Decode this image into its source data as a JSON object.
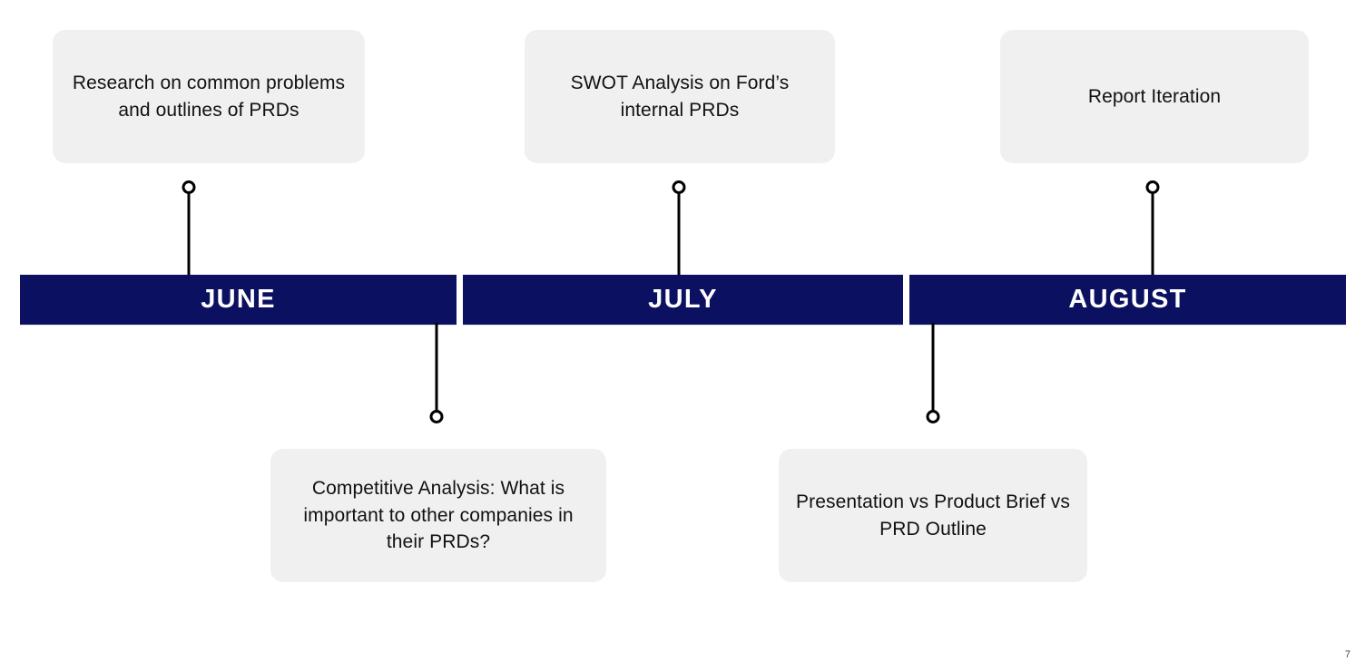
{
  "slide": {
    "page_number": "7",
    "colors": {
      "bar_navy": "#0B1060",
      "card_gray": "#F0F0F0",
      "card_text": "#111111",
      "month_label": "#FFFFFF",
      "connector": "#000000",
      "background": "#FFFFFF"
    }
  },
  "timeline": {
    "months": [
      {
        "label": "JUNE"
      },
      {
        "label": "JULY"
      },
      {
        "label": "AUGUST"
      }
    ]
  },
  "milestones": {
    "above": [
      {
        "month": "JUNE",
        "text": "Research on common problems and outlines of PRDs"
      },
      {
        "month": "JULY",
        "text": "SWOT Analysis on Ford’s internal PRDs"
      },
      {
        "month": "AUGUST",
        "text": "Report Iteration"
      }
    ],
    "below": [
      {
        "month": "JUNE",
        "text": "Competitive Analysis: What is important to other companies in their PRDs?"
      },
      {
        "month": "JULY",
        "text": "Presentation vs Product Brief vs PRD Outline"
      }
    ]
  }
}
